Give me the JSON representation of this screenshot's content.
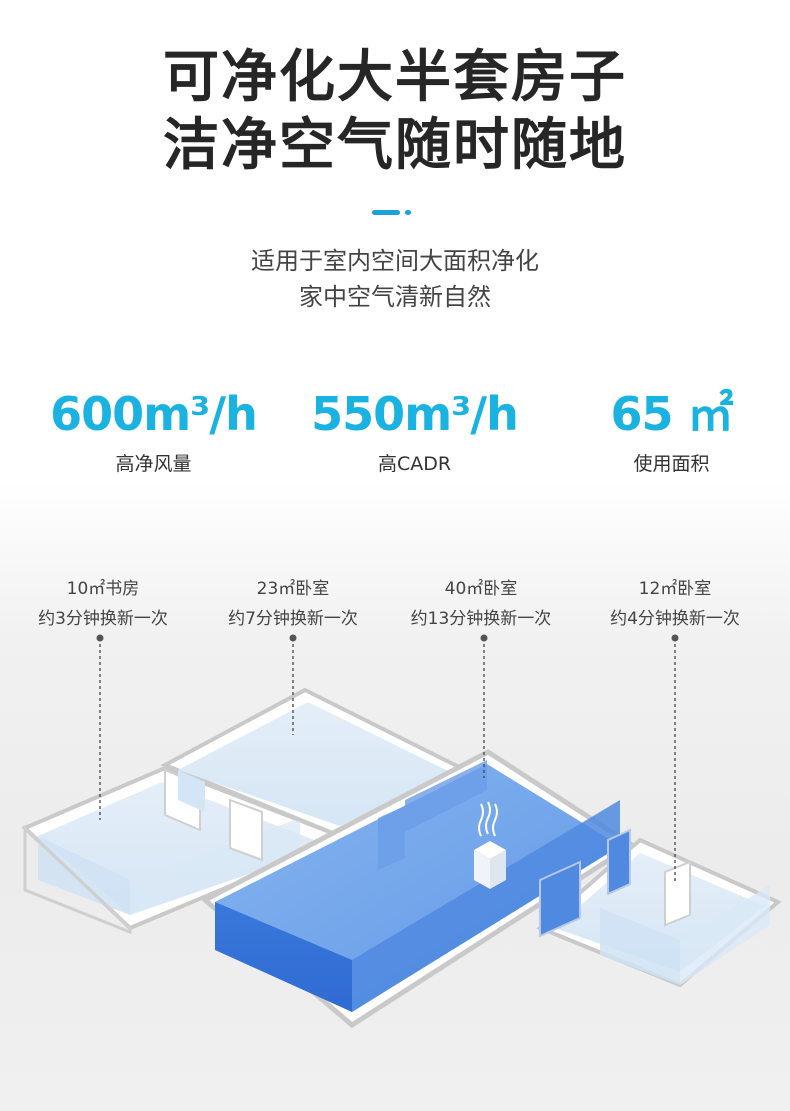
{
  "headline": {
    "line1": "可净化大半套房子",
    "line2": "洁净空气随时随地"
  },
  "subtitle": {
    "line1": "适用于室内空间大面积净化",
    "line2": "家中空气清新自然"
  },
  "stats": [
    {
      "value": "600m³/h",
      "label": "高净风量"
    },
    {
      "value": "550m³/h",
      "label": "高CADR"
    },
    {
      "value": "65 ㎡",
      "label": "使用面积"
    }
  ],
  "rooms": [
    {
      "area": "10㎡书房",
      "note": "约3分钟换新一次"
    },
    {
      "area": "23㎡卧室",
      "note": "约7分钟换新一次"
    },
    {
      "area": "40㎡卧室",
      "note": "约13分钟换新一次"
    },
    {
      "area": "12㎡卧室",
      "note": "约4分钟换新一次"
    }
  ],
  "colors": {
    "accent": "#1aa3d9",
    "stat_value": "#1ab2e0",
    "highlight_room": "#3f7fdc"
  }
}
